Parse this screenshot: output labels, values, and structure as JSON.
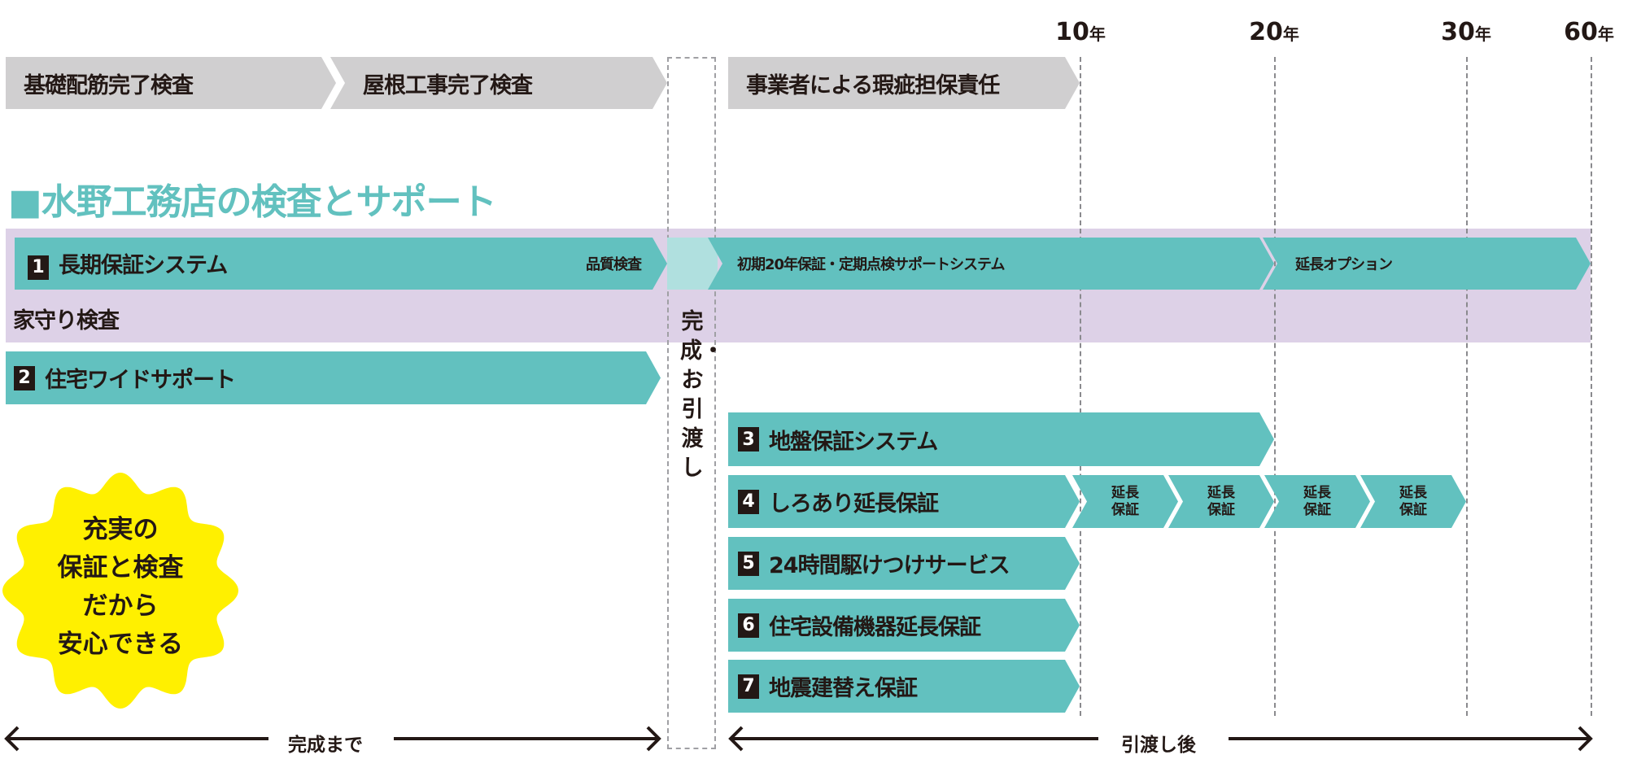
{
  "years": [
    {
      "num": "10",
      "unit": "年"
    },
    {
      "num": "20",
      "unit": "年"
    },
    {
      "num": "30",
      "unit": "年"
    },
    {
      "num": "60",
      "unit": "年"
    }
  ],
  "stages": [
    "基礎配筋完了検査",
    "屋根工事完了検査",
    "事業者による瑕疵担保責任"
  ],
  "section_title": "■水野工務店の検査とサポート",
  "handover_label": "完成・お引渡し",
  "items": [
    {
      "num": "1",
      "label": "長期保証システム",
      "sub": "品質検査",
      "phase2": "初期20年保証・定期点検サポートシステム",
      "phase3": "延長オプション"
    },
    {
      "num": "2",
      "label": "住宅ワイドサポート"
    },
    {
      "num": "3",
      "label": "地盤保証システム"
    },
    {
      "num": "4",
      "label": "しろあり延長保証",
      "extensions": [
        "延長保証",
        "延長保証",
        "延長保証",
        "延長保証"
      ]
    },
    {
      "num": "5",
      "label": "24時間駆けつけサービス"
    },
    {
      "num": "6",
      "label": "住宅設備機器延長保証"
    },
    {
      "num": "7",
      "label": "地震建替え保証"
    }
  ],
  "house_inspection": "家守り検査",
  "badge": [
    "充実の",
    "保証と検査",
    "だから",
    "安心できる"
  ],
  "timeline": {
    "before": "完成まで",
    "after": "引渡し後"
  },
  "colors": {
    "teal": "#62c1bf",
    "purple": "#ddd1e7",
    "gray": "#d0cfd0",
    "yellow": "#fff000",
    "light_teal": "#b0e0df",
    "text": "#231815"
  }
}
